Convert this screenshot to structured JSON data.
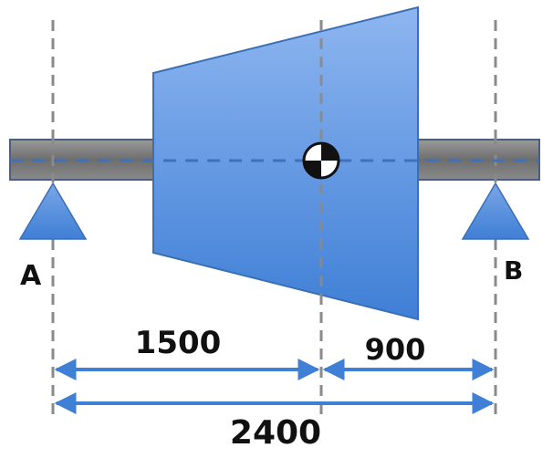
{
  "labels": {
    "support_a": "A",
    "support_b": "B",
    "dim_a_to_center": "1500",
    "dim_center_to_b": "900",
    "dim_total": "2400"
  },
  "colors": {
    "guide_line": "#8a8a8a",
    "shaft_fill": "#7d7d7d",
    "shaft_stroke": "#4a5f80",
    "rotor_fill_top": "#8eb6f0",
    "rotor_fill_bottom": "#3f7fd6",
    "rotor_stroke": "#3a6fb5",
    "support_fill": "#4f88d8",
    "arrow": "#3f7fd6",
    "axis_dash": "#3f70b8"
  },
  "icons": {
    "center_of_gravity": "center-of-gravity-icon"
  }
}
